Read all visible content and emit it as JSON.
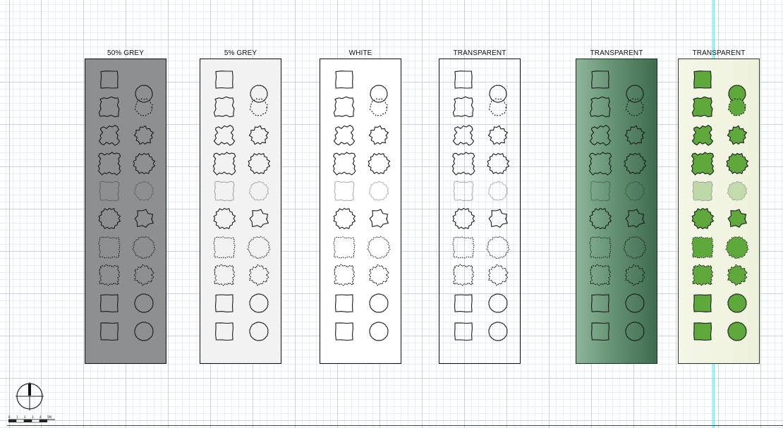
{
  "canvas": {
    "colors": {
      "grid_major": "#c9d3d9",
      "grid_minor": "#e9eef1",
      "guide": "#7fe3f2"
    }
  },
  "panels": [
    {
      "label": "50% GREY",
      "fill": "grey50",
      "stroke": "#111111"
    },
    {
      "label": "5% GREY",
      "fill": "grey5",
      "stroke": "#111111"
    },
    {
      "label": "WHITE",
      "fill": "white",
      "stroke": "#111111"
    },
    {
      "label": "TRANSPARENT",
      "fill": "none",
      "stroke": "#111111"
    },
    {
      "label": "TRANSPARENT",
      "fill": "green-gradient",
      "stroke": "#1e2a22"
    },
    {
      "label": "TRANSPARENT",
      "fill": "light-green",
      "stroke": "#2e3a1f",
      "filled_symbols": true
    }
  ],
  "symbols": {
    "left_column": [
      "square-plain",
      "square-scalloped",
      "square-spiky",
      "square-leafy",
      "square-faded",
      "circle-leafy",
      "square-dotted",
      "square-fringed",
      "square-plain-2",
      "square-rounded"
    ],
    "right_column": [
      "circle-plain",
      "circle-dashed",
      "circle-spiky",
      "circle-leafy",
      "circle-faded",
      "circle-star",
      "circle-dotted",
      "circle-fringed",
      "circle-plain-2",
      "circle-plain-3"
    ]
  },
  "colors": {
    "grey50": "#8e8f91",
    "grey5": "#f2f2f2",
    "green_dark": "#3f6b4f",
    "green_light": "#8fb59a",
    "light_green_panel": "#edf2dc",
    "symbol_green": "#5fa83c"
  },
  "scale_bar": {
    "ticks": [
      "0",
      "1",
      "2",
      "3",
      "4",
      "5M"
    ],
    "north_icon": "north-arrow-icon"
  }
}
